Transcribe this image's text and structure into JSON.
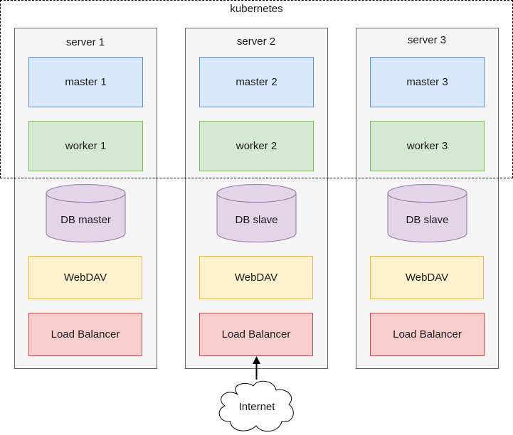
{
  "kubernetes_label": "kubernetes",
  "servers": [
    {
      "label": "server 1",
      "master": "master 1",
      "worker": "worker 1",
      "db": "DB master",
      "webdav": "WebDAV",
      "lb": "Load Balancer"
    },
    {
      "label": "server 2",
      "master": "master 2",
      "worker": "worker 2",
      "db": "DB slave",
      "webdav": "WebDAV",
      "lb": "Load Balancer"
    },
    {
      "label": "server 3",
      "master": "master 3",
      "worker": "worker 3",
      "db": "DB slave",
      "webdav": "WebDAV",
      "lb": "Load Balancer"
    }
  ],
  "internet_label": "Internet",
  "colors": {
    "master_fill": "#dae8fc",
    "master_stroke": "#6c8ebf",
    "worker_fill": "#d5e8d4",
    "worker_stroke": "#82b366",
    "db_fill": "#e1d5e7",
    "db_stroke": "#9673a6",
    "webdav_fill": "#fff2cc",
    "webdav_stroke": "#d6b656",
    "lb_fill": "#f8cecc",
    "lb_stroke": "#b85450",
    "server_fill": "#f5f5f5",
    "server_stroke": "#666666"
  }
}
